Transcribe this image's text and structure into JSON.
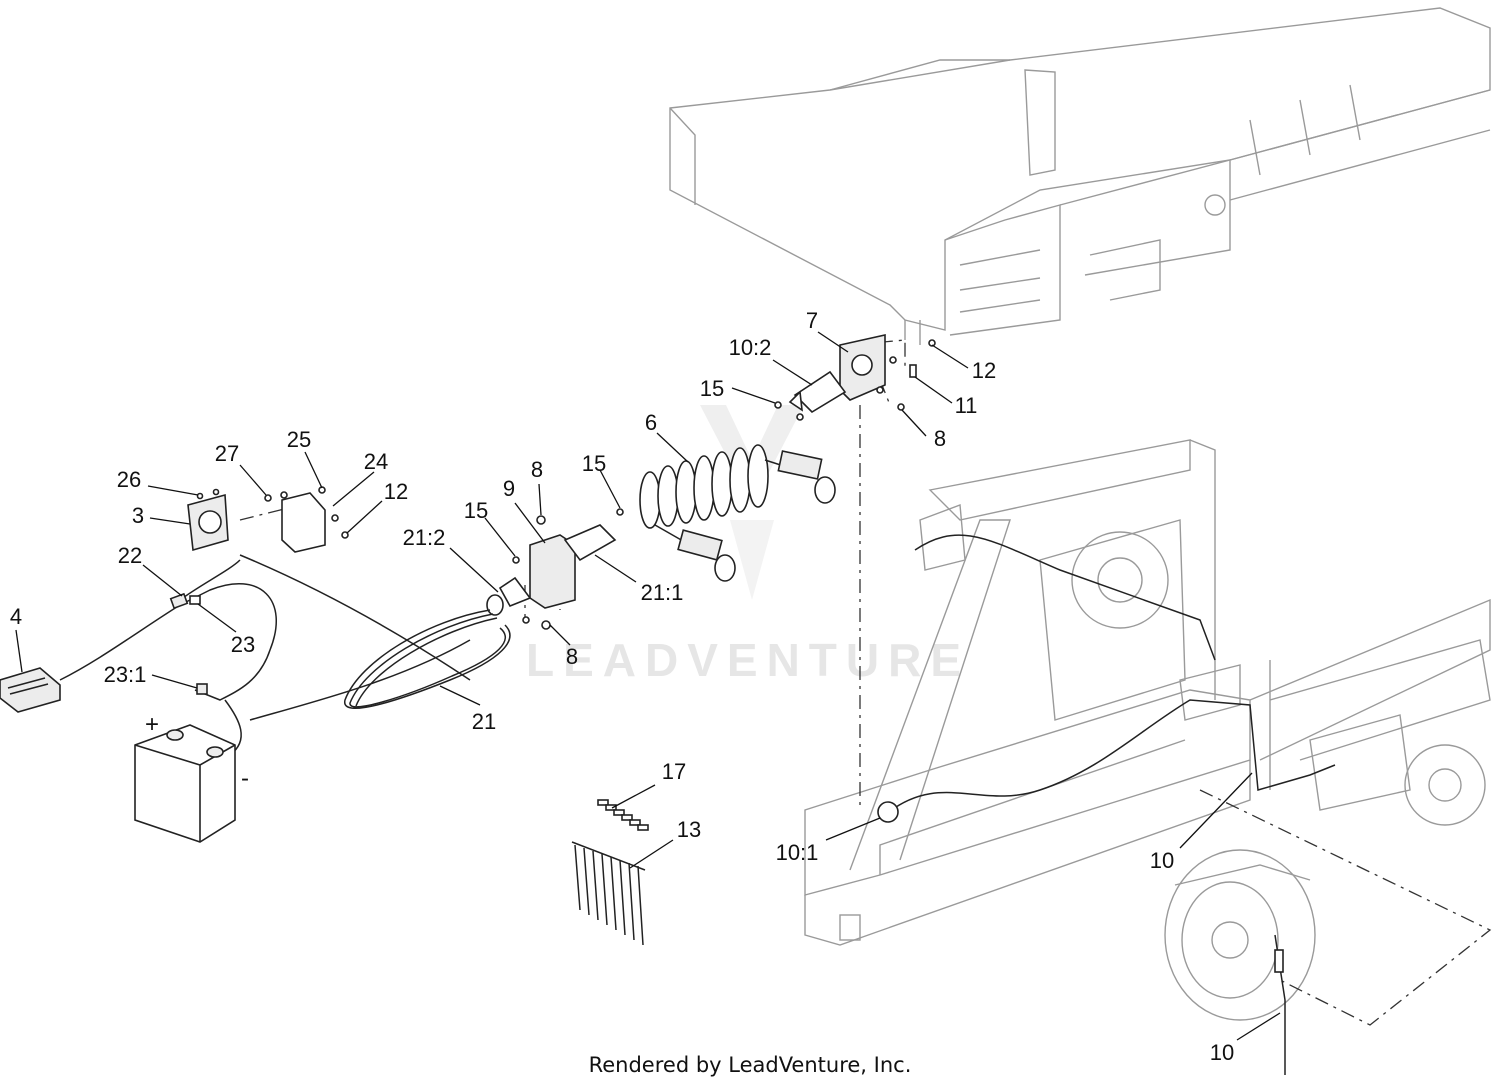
{
  "diagram": {
    "watermark": "LEADVENTURE",
    "footer": "Rendered by LeadVenture, Inc.",
    "terminal_plus": "+",
    "terminal_minus": "-",
    "callouts": [
      "10:2",
      "7",
      "12",
      "15",
      "11",
      "8",
      "6",
      "25",
      "27",
      "24",
      "26",
      "12",
      "8",
      "15",
      "3",
      "9",
      "15",
      "21:2",
      "21:1",
      "22",
      "23",
      "4",
      "8",
      "23:1",
      "21",
      "17",
      "13",
      "10:1",
      "10",
      "10"
    ]
  }
}
